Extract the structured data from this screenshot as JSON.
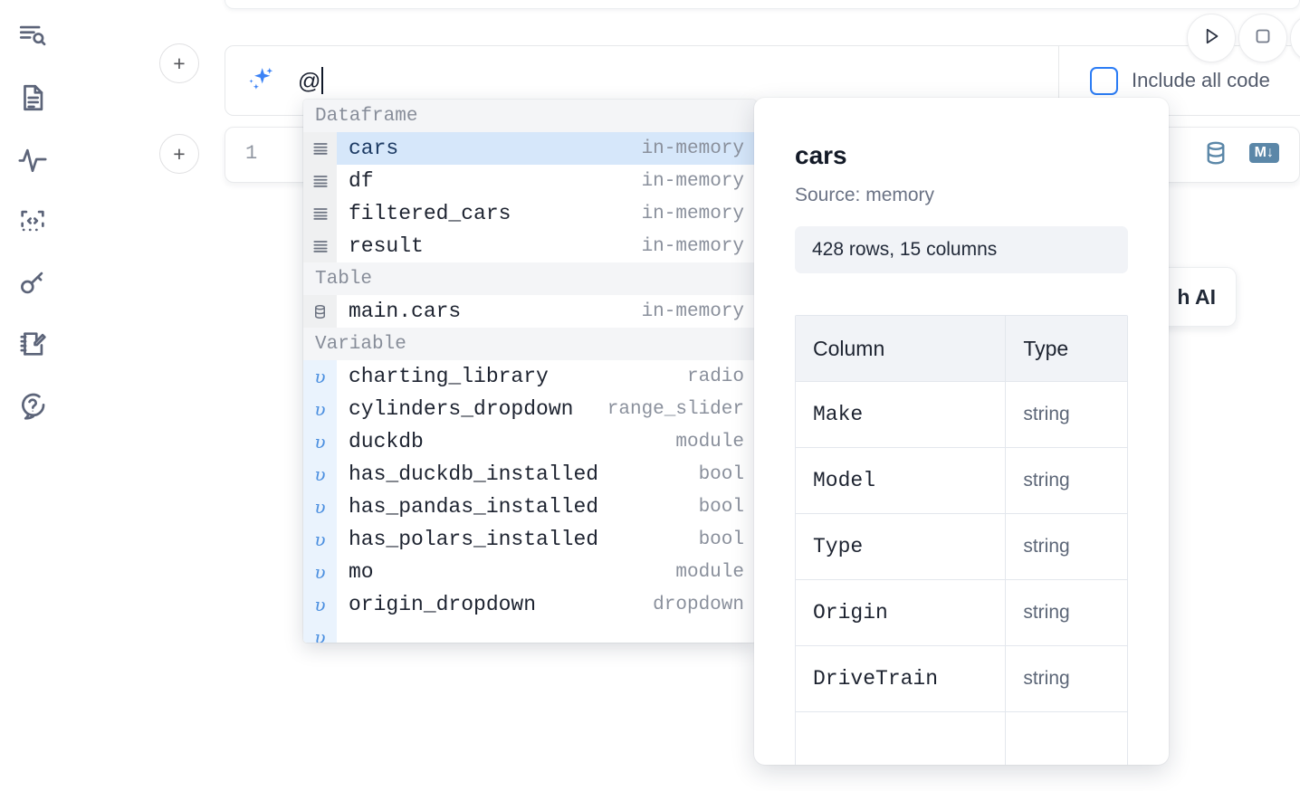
{
  "sidebar": {
    "items": [
      {
        "name": "file-explorer-icon",
        "label": "Explore files"
      },
      {
        "name": "document-icon",
        "label": "Notebook outline"
      },
      {
        "name": "activity-icon",
        "label": "Activity"
      },
      {
        "name": "code-snippet-icon",
        "label": "Snippets"
      },
      {
        "name": "key-icon",
        "label": "Secrets"
      },
      {
        "name": "scratchpad-icon",
        "label": "Scratchpad"
      },
      {
        "name": "help-chat-icon",
        "label": "Help"
      }
    ]
  },
  "toolbar": {
    "add_cell_label": "+",
    "run_label": "Run",
    "stop_label": "Stop",
    "include_all_code_label": "Include all code",
    "include_all_code_checked": false,
    "generate_ai_label": "h AI",
    "accent_color": "#2b7cf5",
    "cell_icon_color": "#5b87a8"
  },
  "ai_prompt": {
    "value": "@",
    "sparkle_icon": "ai-sparkle-icon"
  },
  "code_cell": {
    "line_number": "1",
    "database_icon": "database-icon",
    "markdown_badge": "M↓"
  },
  "autocomplete": {
    "selected_index": 0,
    "selected_bg": "#d6e7fa",
    "groups": [
      {
        "title": "Dataframe",
        "icon": "dataframe-icon",
        "items": [
          {
            "label": "cars",
            "type": "in-memory",
            "selected": true
          },
          {
            "label": "df",
            "type": "in-memory",
            "selected": false
          },
          {
            "label": "filtered_cars",
            "type": "in-memory",
            "selected": false
          },
          {
            "label": "result",
            "type": "in-memory",
            "selected": false
          }
        ]
      },
      {
        "title": "Table",
        "icon": "table-icon",
        "items": [
          {
            "label": "main.cars",
            "type": "in-memory",
            "selected": false
          }
        ]
      },
      {
        "title": "Variable",
        "icon": "variable-icon",
        "items": [
          {
            "label": "charting_library",
            "type": "radio",
            "selected": false
          },
          {
            "label": "cylinders_dropdown",
            "type": "range_slider",
            "selected": false
          },
          {
            "label": "duckdb",
            "type": "module",
            "selected": false
          },
          {
            "label": "has_duckdb_installed",
            "type": "bool",
            "selected": false
          },
          {
            "label": "has_pandas_installed",
            "type": "bool",
            "selected": false
          },
          {
            "label": "has_polars_installed",
            "type": "bool",
            "selected": false
          },
          {
            "label": "mo",
            "type": "module",
            "selected": false
          },
          {
            "label": "origin_dropdown",
            "type": "dropdown",
            "selected": false
          }
        ]
      }
    ]
  },
  "doc_panel": {
    "title": "cars",
    "source_label": "Source: memory",
    "shape_label": "428 rows, 15 columns",
    "table": {
      "headers": [
        "Column",
        "Type"
      ],
      "rows": [
        [
          "Make",
          "string"
        ],
        [
          "Model",
          "string"
        ],
        [
          "Type",
          "string"
        ],
        [
          "Origin",
          "string"
        ],
        [
          "DriveTrain",
          "string"
        ]
      ]
    }
  }
}
